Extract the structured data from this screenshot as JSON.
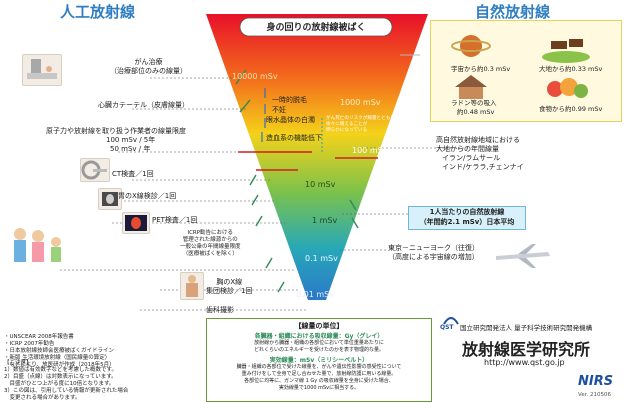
{
  "headers": {
    "artificial": "人工放射線",
    "natural": "自然放射線",
    "chart_title": "身の回りの放射線被ばく"
  },
  "colors": {
    "artificial": "#2f7ec2",
    "natural": "#2f7ec2",
    "marker": "#d21f1f",
    "accent_green": "#2e8b57"
  },
  "doses": [
    {
      "label": "10000 mSv"
    },
    {
      "label": "1000 mSv"
    },
    {
      "label": "100 mSv"
    },
    {
      "label": "10 mSv"
    },
    {
      "label": "1 mSv"
    },
    {
      "label": "0.1 mSv"
    },
    {
      "label": "0.01 mSv"
    }
  ],
  "effects": [
    "一時的脱毛",
    "不妊",
    "眼水晶体の白濁",
    "造血系の機能低下"
  ],
  "cancer_note": [
    "がん死亡のリスクが線量とともに",
    "徐々に増えることが",
    "明らかになっている"
  ],
  "artificial": {
    "cancer_therapy": [
      "がん治療",
      "（治療部位のみの線量）"
    ],
    "cardiac_catheter": "心臓カテーテル（皮膚線量）",
    "workers": [
      "原子力や放射線を取り扱う作業者の線量限度",
      "100 mSv / 5年",
      "50 mSv / 年"
    ],
    "ct": "CT検査／1回",
    "stomach_xray": "胃のX線検診／1回",
    "pet": "PET検査／1回",
    "icrp": [
      "ICRP勧告における",
      "管理された線源からの",
      "一般公衆の年間線量限度",
      "（医療被ばくを除く）"
    ],
    "chest_xray": [
      "胸のX線",
      "集団検診／1回"
    ],
    "dental": "歯科撮影"
  },
  "natural": {
    "cosmic": "宇宙から約0.3 mSv",
    "earth": "大地から約0.33 mSv",
    "radon": [
      "ラドン等の吸入",
      "約0.48 mSv"
    ],
    "food": "食物から約0.99 mSv",
    "high_bg": [
      "高自然放射線地域における",
      "大地からの年間線量",
      "イラン/ラムサール",
      "インド/ケララ,チェンナイ"
    ],
    "per_person": [
      "1人当たりの自然放射線",
      "（年間約2.1 mSv）日本平均"
    ],
    "flight": [
      "東京－ニューヨーク（往復）",
      "（高度による宇宙線の増加）"
    ]
  },
  "sources": [
    "・UNSCEAR 2008年報告書",
    "・ICRP 2007年勧告",
    "・日本放射線技師会医療被ばくガイドライン",
    "・新版 生活環境放射線（国民線量の算定）",
    "　などにより、放医研が作成（2018年5月）"
  ],
  "notes": [
    "【ご注意】",
    "1）数値は有効数字などを考慮した概数です。",
    "2）目盛（点線）は対数表示になっています。",
    "　目盛がひとつ上がる度に10倍となります。",
    "3）この図は、引用している情報が更新された場合",
    "　変更される場合があります。"
  ],
  "unit_box": {
    "title": "【線量の単位】",
    "gy_title": "各臓器・組織における吸収線量：Gy（グレイ）",
    "gy_text": [
      "放射線から臓器・組織の各部位において単位重量あたりに",
      "どれくらいのエネルギーを受けたのかを表す物理的な量。"
    ],
    "sv_title": "実効線量：mSv（ミリシーベルト）",
    "sv_text": [
      "臓器・組織の各部位で受けた線量を、がんや遺伝性影響の感受性について",
      "重み付けをして全身で足し合わせた量で、放射線防護に用いる線量。"
    ],
    "sv_note": [
      "各部位に均等に、ガンマ線 1 Gy の吸収線量を全身に受けた場合、",
      "実効線量で1000 mSvに相当する。"
    ]
  },
  "org": {
    "qst": "QST",
    "name": "国立研究開発法人 量子科学技術研究開発機構",
    "institute": "放射線医学研究所",
    "url": "http://www.qst.go.jp",
    "nirs": "NIRS",
    "version": "Ver. 210506"
  }
}
